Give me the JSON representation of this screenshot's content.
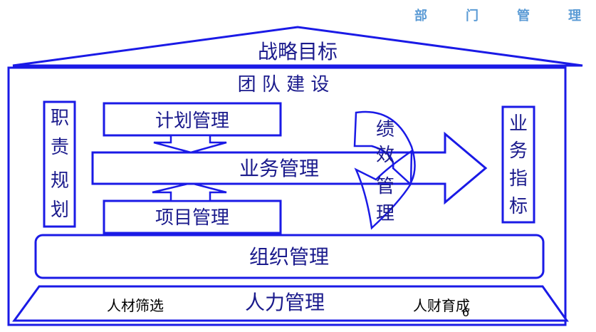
{
  "header": {
    "chars": [
      "部",
      "门",
      "管",
      "理"
    ],
    "color": "#5b9bd5"
  },
  "diagram": {
    "stroke_color": "#1a1ae6",
    "roof_title": "战略目标",
    "team_building": "团 队 建 设",
    "left_pillar": [
      "职",
      "责",
      "规",
      "划"
    ],
    "right_pillar": [
      "业",
      "务",
      "指",
      "标"
    ],
    "plan_mgmt": "计划管理",
    "business_mgmt": "业务管理",
    "project_mgmt": "项目管理",
    "performance_mgmt": [
      "绩",
      "效",
      "管",
      "理"
    ],
    "org_mgmt": "组织管理",
    "base": {
      "hr_mgmt": "人力管理",
      "talent_screening": "人材筛选",
      "talent_development": "人财育成"
    },
    "page_number": "6"
  }
}
